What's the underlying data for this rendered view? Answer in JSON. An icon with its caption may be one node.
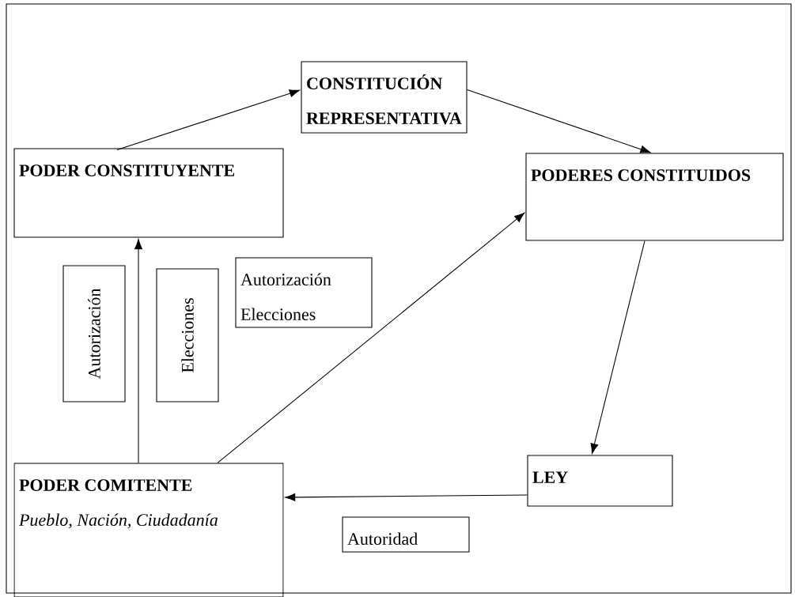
{
  "diagram": {
    "nodes": [
      {
        "text": [
          "CONSTITUCIÓN REPRESENTATIVA"
        ]
      },
      {
        "text": [
          "PODER CONSTITUYENTE"
        ]
      },
      {
        "text": [
          "PODERES CONSTITUIDOS"
        ]
      },
      {
        "text": [
          "Autorización"
        ]
      },
      {
        "text": [
          "Elecciones"
        ]
      },
      {
        "text": [
          "Autorización",
          "Elecciones"
        ]
      },
      {
        "text": [
          "PODER COMITENTE",
          "Pueblo, Nación, Ciudadanía"
        ]
      },
      {
        "text": [
          "LEY"
        ]
      },
      {
        "text": [
          "Autoridad"
        ]
      }
    ],
    "edges": [
      {
        "from": 1,
        "to": 0,
        "arrow": "to"
      },
      {
        "from": 0,
        "to": 2,
        "arrow": "to"
      },
      {
        "from": 6,
        "to": 1,
        "arrow": "to"
      },
      {
        "from": 6,
        "to": 2,
        "arrow": "to"
      },
      {
        "from": 2,
        "to": 7,
        "arrow": "to"
      },
      {
        "from": 7,
        "to": 6,
        "arrow": "to"
      }
    ]
  }
}
